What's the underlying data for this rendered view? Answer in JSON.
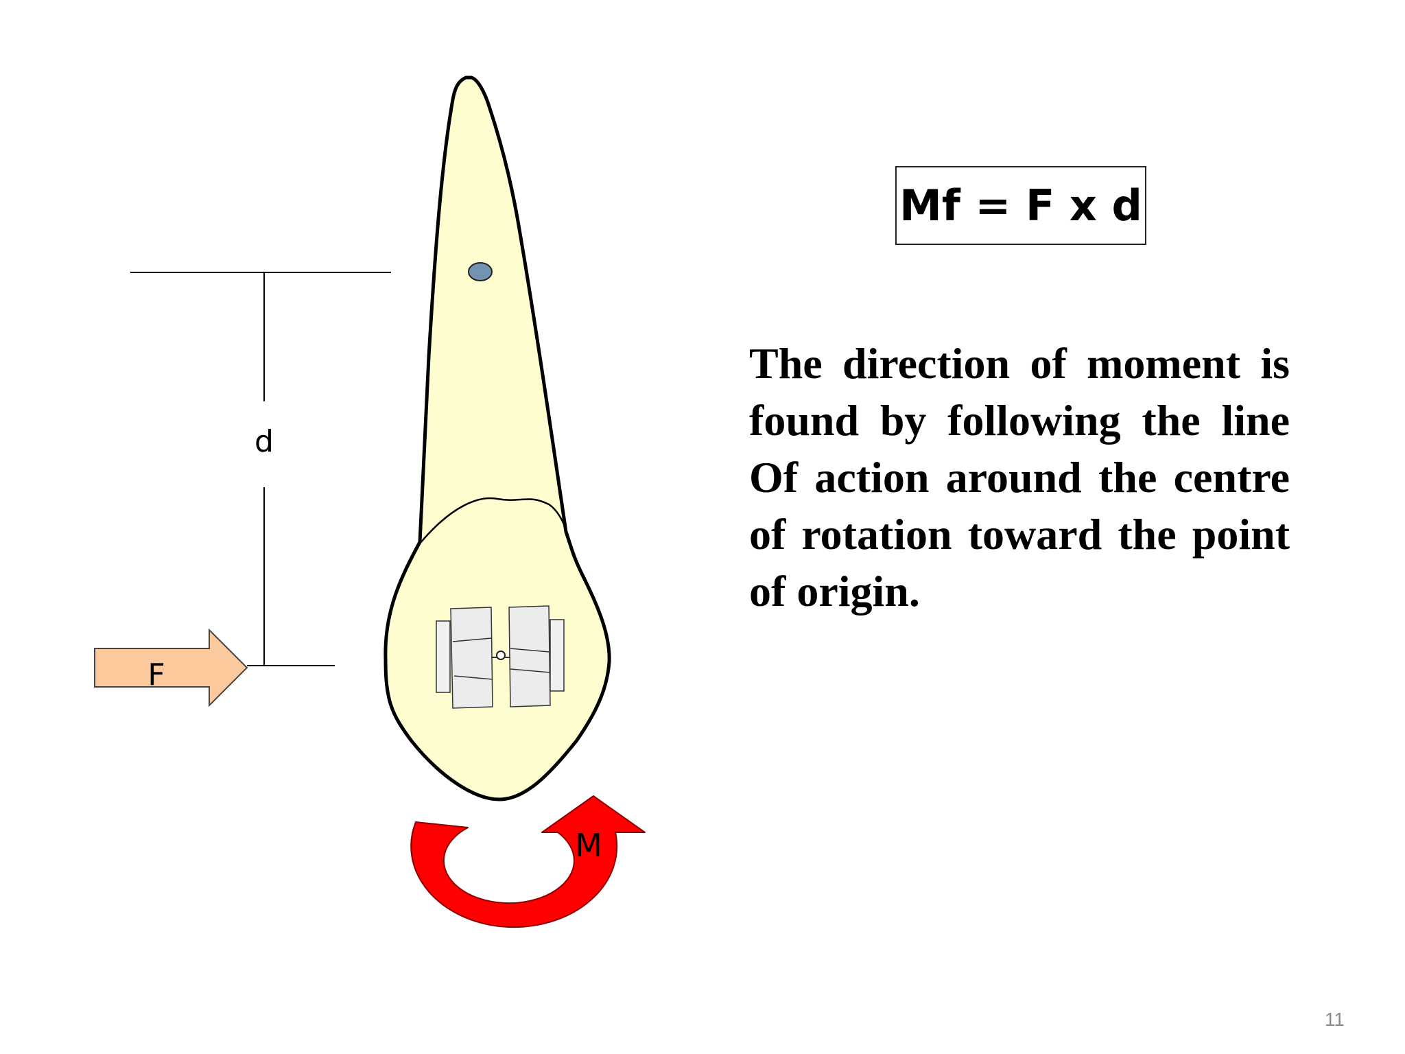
{
  "formula": "Mf = F x d",
  "description": "The direction of moment is found by following the line Of action around the centre of rotation toward the point of origin.",
  "labels": {
    "distance": "d",
    "force": "F",
    "moment": "M"
  },
  "page_number": "11",
  "colors": {
    "tooth_fill": "#fdfdd0",
    "force_arrow": "#fbc99b",
    "moment_arrow": "#ff0000",
    "center_of_resistance": "#7393b3",
    "bracket": "#ececec"
  }
}
